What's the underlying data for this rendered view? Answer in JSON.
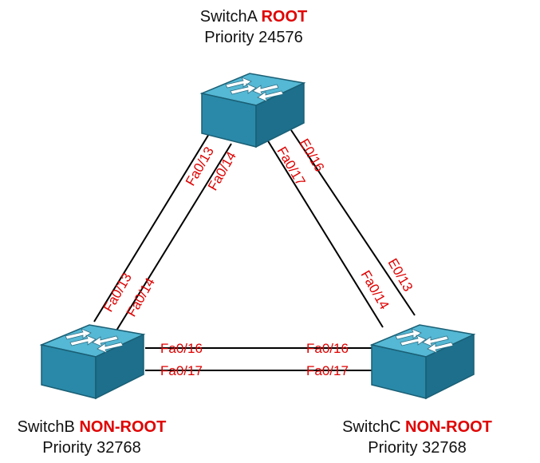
{
  "switches": {
    "a": {
      "name": "SwitchA",
      "role": "ROOT",
      "priority": "Priority 24576"
    },
    "b": {
      "name": "SwitchB",
      "role": "NON-ROOT",
      "priority": "Priority 32768"
    },
    "c": {
      "name": "SwitchC",
      "role": "NON-ROOT",
      "priority": "Priority 32768"
    }
  },
  "ports": {
    "a_fa013": "Fa0/13",
    "a_fa014": "Fa0/14",
    "a_fa017": "Fa0/17",
    "a_e016": "E0/16",
    "b_fa013": "Fa0/13",
    "b_fa014": "Fa0/14",
    "b_fa016": "Fa0/16",
    "b_fa017": "Fa0/17",
    "c_fa014": "Fa0/14",
    "c_e013": "E0/13",
    "c_fa016": "Fa0/16",
    "c_fa017": "Fa0/17"
  },
  "colors": {
    "role_text": "#e00000",
    "port_text": "#e00000",
    "switch_top": "#4fb3cf",
    "switch_side": "#1f7f9c",
    "link": "#000000"
  },
  "icons": [
    "switch-icon"
  ]
}
